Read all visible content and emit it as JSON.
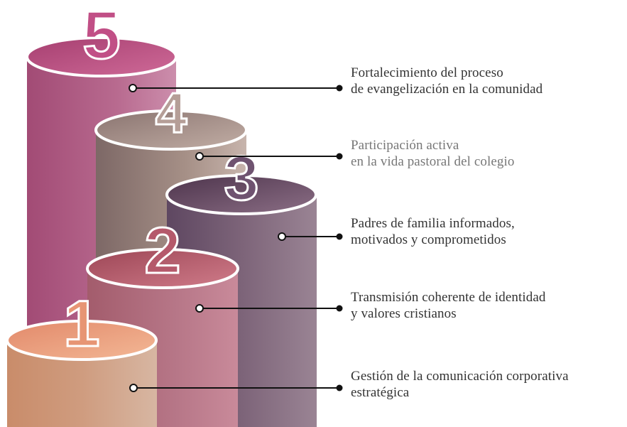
{
  "steps": [
    {
      "number": "1",
      "line1": "Gestión de la comunicación corporativa",
      "line2": "estratégica",
      "text_color": "#333333"
    },
    {
      "number": "2",
      "line1": "Transmisión coherente de identidad",
      "line2": "y valores cristianos",
      "text_color": "#333333"
    },
    {
      "number": "3",
      "line1": "Padres de familia informados,",
      "line2": "motivados y comprometidos",
      "text_color": "#333333"
    },
    {
      "number": "4",
      "line1": "Participación activa",
      "line2": "en la vida pastoral del colegio",
      "text_color": "#777777"
    },
    {
      "number": "5",
      "line1": "Fortalecimiento del proceso",
      "line2": "de evangelización en la comunidad",
      "text_color": "#333333"
    }
  ],
  "colors": {
    "c1_body_left": "#c98c6a",
    "c1_body_right": "#d7b6a2",
    "c1_top": "#eba07c",
    "c2_body_left": "#a35c6c",
    "c2_body_right": "#c98a9a",
    "c2_top": "#b35a6a",
    "c3_body_left": "#5e4761",
    "c3_body_right": "#9a8494",
    "c3_top": "#66465f",
    "c4_body_left": "#7d6866",
    "c4_body_right": "#c7b4ac",
    "c4_top": "#a38f87",
    "c5_body_left": "#a24b75",
    "c5_body_right": "#cc8eac",
    "c5_top": "#b94d7e",
    "connector": "#111111"
  }
}
